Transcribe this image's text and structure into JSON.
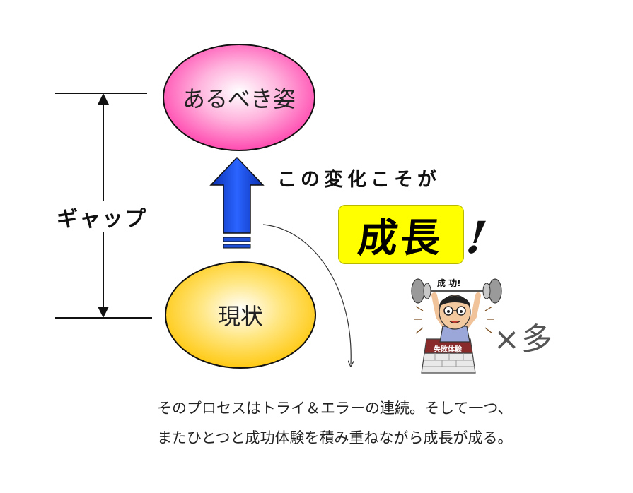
{
  "ideal_state": "あるべき姿",
  "current_state": "現状",
  "gap_label": "ギャップ",
  "change_text": "この変化こそが",
  "growth_text": "成長",
  "exclaim": "!",
  "illustration": {
    "success_label": "成 功!",
    "failure_label": "失敗体験"
  },
  "times_many": "×多",
  "caption": {
    "line1": "そのプロセスはトライ＆エラーの連続。そして一つ、",
    "line2": "またひとつと成功体験を積み重ねながら成長が成る。"
  },
  "colors": {
    "ideal_fill": "#ff4fb0",
    "current_fill": "#ffd21a",
    "arrow_fill": "#1f4fd6",
    "growth_bg": "#ffff00"
  }
}
